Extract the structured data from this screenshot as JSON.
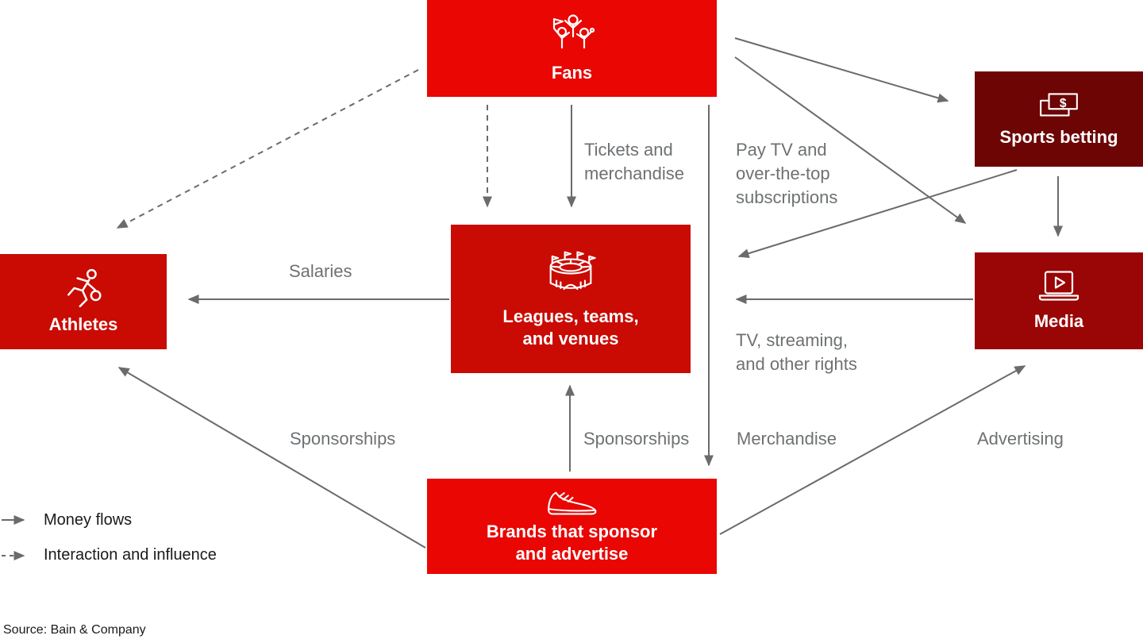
{
  "colors": {
    "bright_red": "#e90603",
    "red": "#c90b04",
    "dark_red": "#9a0505",
    "maroon": "#6d0505",
    "arrow_gray": "#6b6b6b",
    "label_gray": "#6e7173",
    "text_black": "#1a1a1a"
  },
  "nodes": {
    "fans": {
      "label": "Fans",
      "icon": "cheering-fans-icon"
    },
    "sports_betting": {
      "label": "Sports betting",
      "icon": "banknotes-icon"
    },
    "athletes": {
      "label": "Athletes",
      "icon": "running-athlete-icon"
    },
    "leagues": {
      "label": "Leagues, teams,\nand venues",
      "icon": "stadium-icon"
    },
    "media": {
      "label": "Media",
      "icon": "laptop-play-icon"
    },
    "brands": {
      "label": "Brands that sponsor\nand advertise",
      "icon": "sneaker-icon"
    }
  },
  "flow_labels": {
    "tickets_and_merchandise": "Tickets and\nmerchandise",
    "pay_tv_ott_subscriptions": "Pay TV and\nover-the-top\nsubscriptions",
    "salaries": "Salaries",
    "tv_streaming_rights": "TV, streaming,\nand other rights",
    "sponsorships_to_athletes": "Sponsorships",
    "sponsorships_to_leagues": "Sponsorships",
    "merchandise": "Merchandise",
    "advertising": "Advertising"
  },
  "legend": {
    "money_flows": "Money flows",
    "interaction_and_influence": "Interaction and influence"
  },
  "source": "Source: Bain & Company"
}
